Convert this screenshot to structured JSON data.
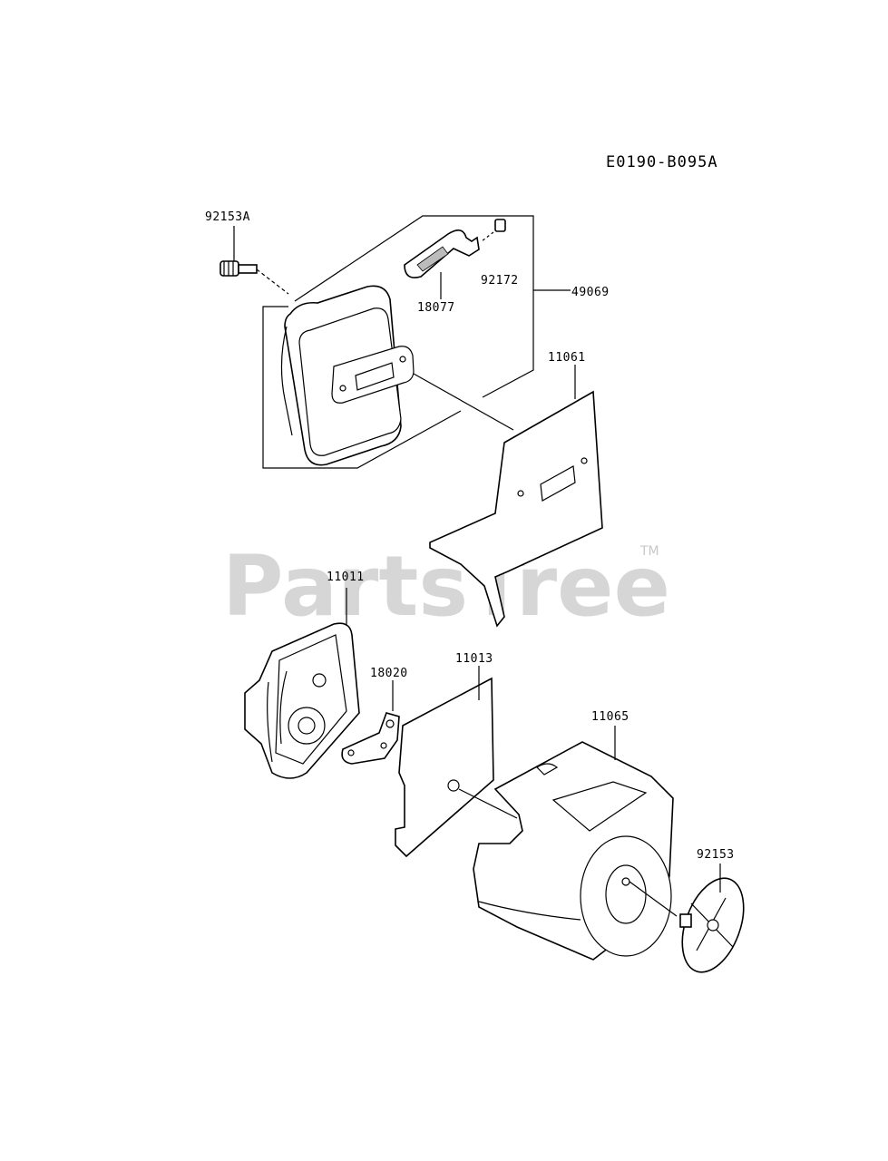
{
  "diagram": {
    "code": "E0190-B095A",
    "watermark": "PartsTree",
    "trademark": "TM",
    "parts": [
      {
        "number": "92153A"
      },
      {
        "number": "18077"
      },
      {
        "number": "92172"
      },
      {
        "number": "49069"
      },
      {
        "number": "11061"
      },
      {
        "number": "11011"
      },
      {
        "number": "18020"
      },
      {
        "number": "11013"
      },
      {
        "number": "11065"
      },
      {
        "number": "92153"
      }
    ]
  }
}
